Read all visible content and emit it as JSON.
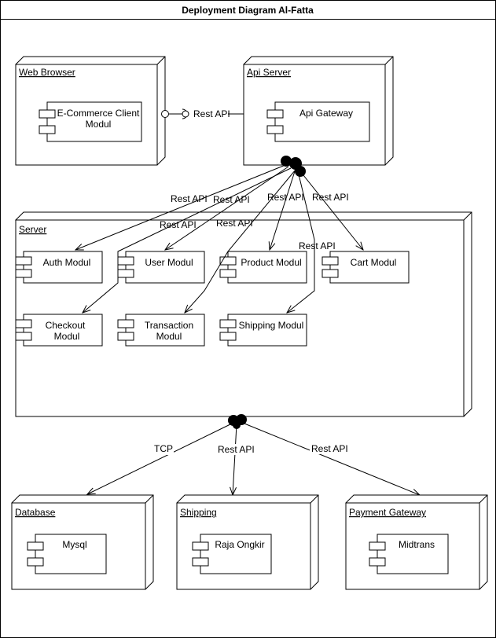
{
  "title": "Deployment Diagram Al-Fatta",
  "nodes": {
    "web_browser": {
      "label": "Web Browser",
      "component": [
        "E-Commerce Client",
        "Modul"
      ]
    },
    "api_server": {
      "label": "Api Server",
      "component": [
        "Api Gateway"
      ]
    },
    "server": {
      "label": "Server",
      "components": {
        "auth": [
          "Auth Modul"
        ],
        "user": [
          "User Modul"
        ],
        "product": [
          "Product Modul"
        ],
        "cart": [
          "Cart Modul"
        ],
        "checkout": [
          "Checkout",
          "Modul"
        ],
        "transaction": [
          "Transaction",
          "Modul"
        ],
        "shipping": [
          "Shipping Modul"
        ]
      }
    },
    "database": {
      "label": "Database ",
      "component": [
        "Mysql"
      ]
    },
    "shipping": {
      "label": "Shipping",
      "component": [
        "Raja Ongkir"
      ]
    },
    "payment_gateway": {
      "label": "Payment Gateway",
      "component": [
        "Midtrans"
      ]
    }
  },
  "connectors": {
    "browser_api": "Rest API",
    "api_auth": "Rest API",
    "api_user": "Rest API",
    "api_checkout": "Rest API",
    "api_transaction": "Rest API",
    "api_product": "Rest API",
    "api_shipping": "Rest API",
    "api_cart": "Rest API",
    "server_database": "TCP",
    "server_shipping": "Rest API",
    "server_payment": "Rest API"
  }
}
